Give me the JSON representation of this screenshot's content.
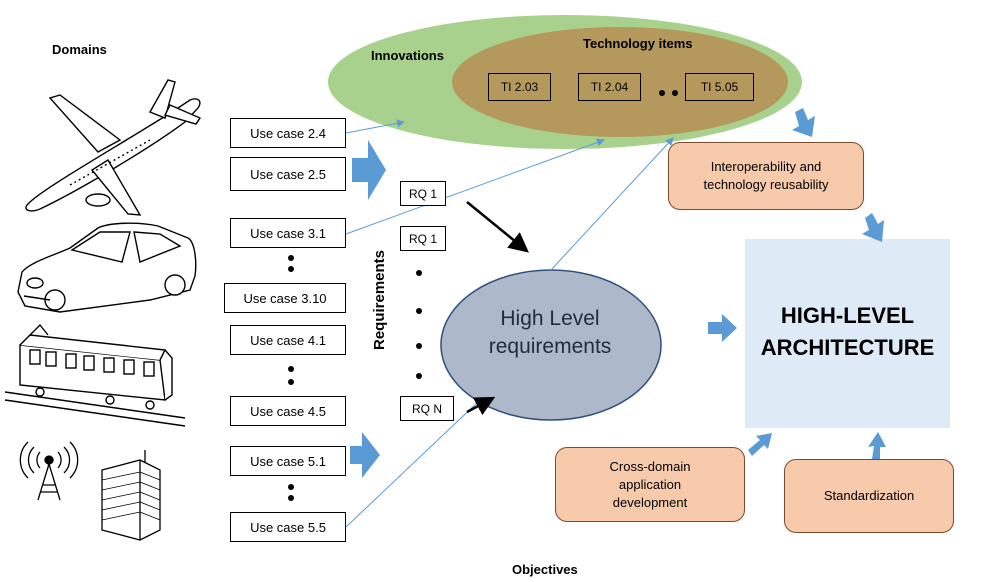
{
  "labels": {
    "domains": "Domains",
    "objectives": "Objectives",
    "requirements": "Requirements",
    "innovations": "Innovations",
    "technology_items": "Technology items",
    "high_level_requirements": "High Level requirements",
    "architecture": "HIGH-LEVEL ARCHITECTURE"
  },
  "use_cases": [
    "Use case 2.4",
    "Use case 2.5",
    "Use case 3.1",
    "Use case 3.10",
    "Use case 4.1",
    "Use case 4.5",
    "Use case 5.1",
    "Use case 5.5"
  ],
  "requirements_items": [
    "RQ 1",
    "RQ 1",
    "RQ N"
  ],
  "technology_items": [
    "TI 2.03",
    "TI 2.04",
    "TI 5.05"
  ],
  "objectives": {
    "interop": "Interoperability and\ntechnology reusability",
    "cross": "Cross-domain\napplication\ndevelopment",
    "standard": "Standardization"
  },
  "domain_icons": [
    "airplane-icon",
    "car-icon",
    "train-icon",
    "antenna-icon",
    "building-icon"
  ],
  "colors": {
    "innovations_fill": "#a9d18e",
    "tech_fill": "#b5995c",
    "hlr_fill": "#adb9ca",
    "arch_fill": "#deebf7",
    "objective_fill": "#f7caac",
    "arrow_blue": "#5b9bd5"
  }
}
